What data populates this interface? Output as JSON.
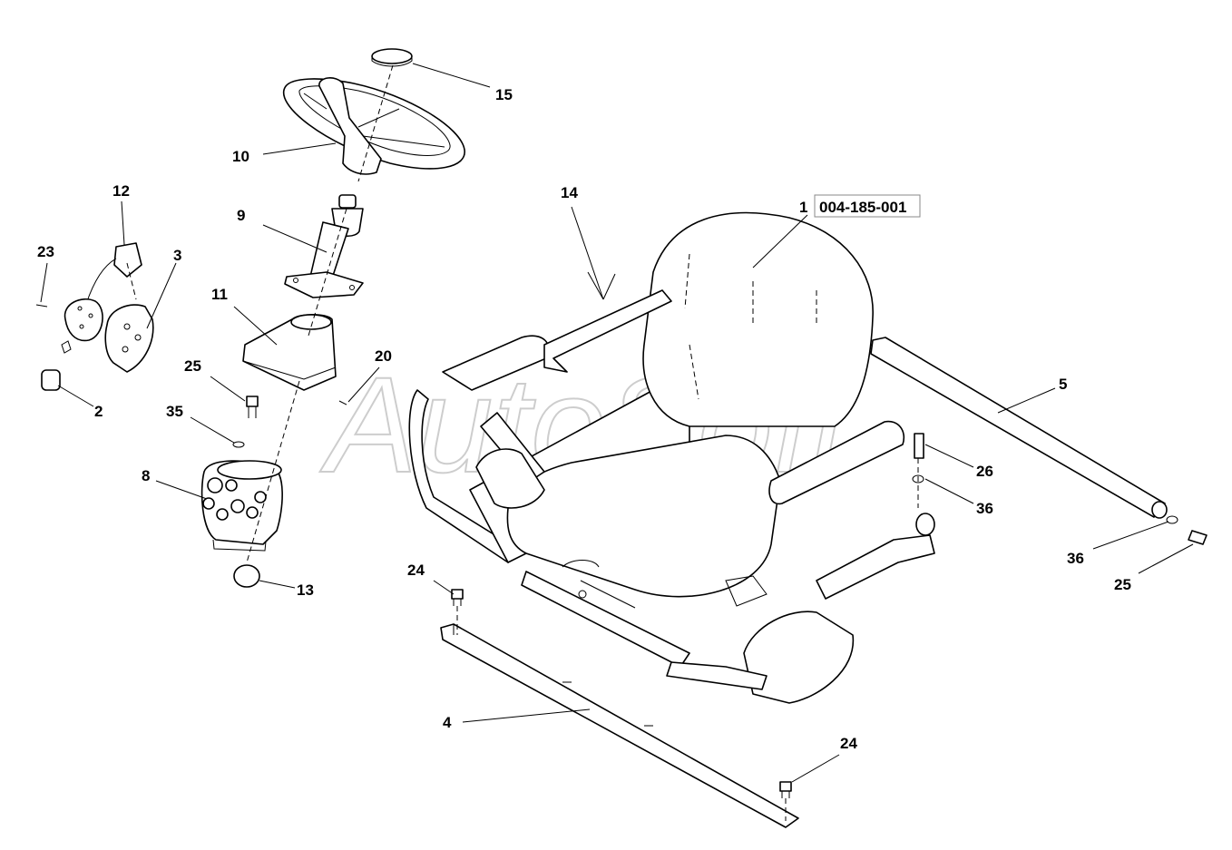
{
  "watermark": "AutoSoft",
  "part_number": "004-185-001",
  "callouts": {
    "c1": "1",
    "c2": "2",
    "c3": "3",
    "c4": "4",
    "c5": "5",
    "c8": "8",
    "c9": "9",
    "c10": "10",
    "c11": "11",
    "c12": "12",
    "c13": "13",
    "c14": "14",
    "c15": "15",
    "c20": "20",
    "c23": "23",
    "c24a": "24",
    "c24b": "24",
    "c25a": "25",
    "c25b": "25",
    "c26": "26",
    "c35": "35",
    "c36a": "36",
    "c36b": "36"
  }
}
